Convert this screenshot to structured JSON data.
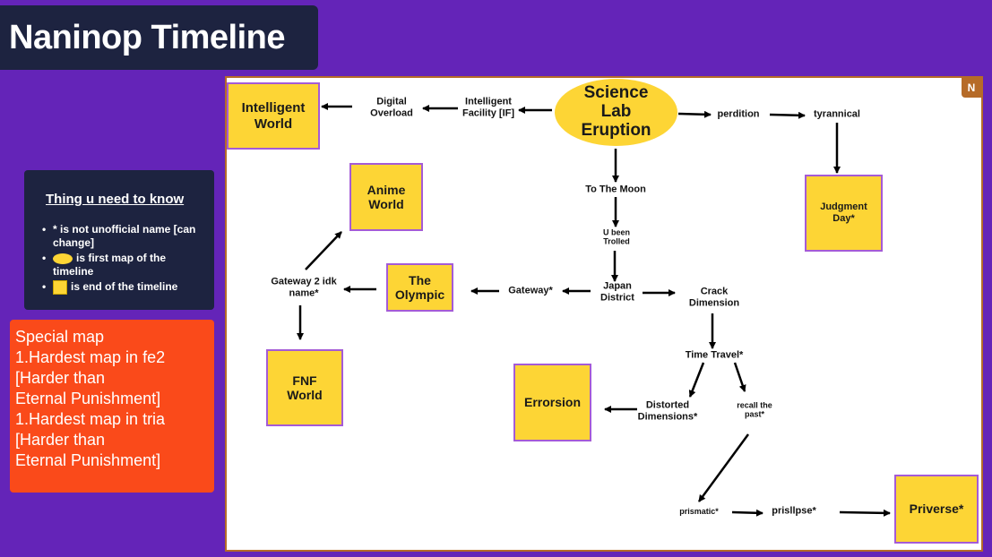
{
  "title": "Naninop Timeline",
  "legend": {
    "heading": "Thing u need to know",
    "item1": "* is not unofficial name [can change]",
    "item2": "is first map of the timeline",
    "item3": "is end of the timeline"
  },
  "special": {
    "line1": "Special map",
    "line2": "1.Hardest map in fe2",
    "line3": "[Harder than",
    "line4": "Eternal Punishment]",
    "line5": "1.Hardest map in tria",
    "line6": "[Harder than",
    "line7": "Eternal Punishment]"
  },
  "badge": "N",
  "nodes": {
    "science_lab": "Science Lab Eruption",
    "intelligent_world": "Intelligent World",
    "anime_world": "Anime World",
    "olympic": "The Olympic",
    "fnf_world": "FNF World",
    "errorsion": "Errorsion",
    "judgment_day": "Judgment Day*",
    "priverse": "Priverse*"
  },
  "labels": {
    "digital_overload": "Digital Overload",
    "intelligent_facility": "Intelligent Facility [IF]",
    "perdition": "perdition",
    "tyrannical": "tyrannical",
    "to_the_moon": "To The Moon",
    "u_been_trolled": "U been Trolled",
    "japan_district": "Japan District",
    "gateway": "Gateway*",
    "gateway2": "Gateway 2 idk name*",
    "crack_dimension": "Crack Dimension",
    "time_travel": "Time Travel*",
    "distorted_dimensions": "Distorted Dimensions*",
    "recall_the_past": "recall the past*",
    "prismatic": "prismatic*",
    "prisllpse": "prisllpse*"
  },
  "colors": {
    "background": "#6424b8",
    "node_fill": "#fdd535",
    "node_border": "#a45bd6",
    "panel": "#1d2340",
    "special_panel": "#fa4a1a",
    "board_border": "#b66b28"
  }
}
